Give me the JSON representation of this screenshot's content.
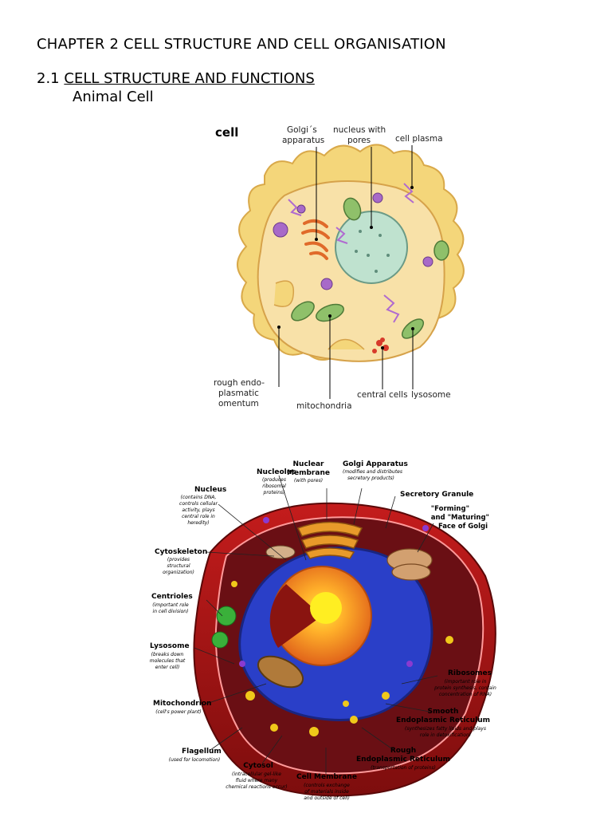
{
  "heading": {
    "chapter": "CHAPTER 2 CELL STRUCTURE AND CELL ORGANISATION",
    "section_number": "2.1",
    "section_title": "CELL STRUCTURE AND FUNCTIONS",
    "subsection": "Animal Cell"
  },
  "figure1": {
    "title": "cell",
    "labels": {
      "golgi_1": "Golgi´s",
      "golgi_2": "apparatus",
      "nucleus_1": "nucleus with",
      "nucleus_2": "pores",
      "plasma": "cell plasma",
      "rough_1": "rough endo-",
      "rough_2": "plasmatic",
      "rough_3": "omentum",
      "mito": "mitochondria",
      "central": "central cells",
      "lysosome": "lysosome"
    }
  },
  "figure2": {
    "nucleolus": {
      "name": "Nucleolus",
      "desc": [
        "(produces",
        "ribosomal",
        "proteins)"
      ]
    },
    "nuclear_membrane": {
      "name": [
        "Nuclear",
        "Membrane"
      ],
      "desc": [
        "(with pores)"
      ]
    },
    "golgi": {
      "name": "Golgi Apparatus",
      "desc": [
        "(modifies and distributes",
        "secretory products)"
      ]
    },
    "nucleus": {
      "name": "Nucleus",
      "desc": [
        "(contains DNA,",
        "controls cellular",
        "activity, plays",
        "central role in",
        "heredity)"
      ]
    },
    "secretory": {
      "name": "Secretory Granule"
    },
    "forming": {
      "name": [
        "\"Forming\"",
        "and \"Maturing\"",
        "Face of Golgi"
      ]
    },
    "cytoskeleton": {
      "name": "Cytoskeleton",
      "desc": [
        "(provides",
        "structural",
        "organization)"
      ]
    },
    "centrioles": {
      "name": "Centrioles",
      "desc": [
        "(important role",
        "in cell division)"
      ]
    },
    "lysosome": {
      "name": "Lysosome",
      "desc": [
        "(breaks down",
        "molecules that",
        "enter cell)"
      ]
    },
    "ribosomes": {
      "name": "Ribosomes",
      "desc": [
        "(important role in",
        "protein synthesis, contain",
        "concentration of RNA)"
      ]
    },
    "mitochondrion": {
      "name": "Mitochondrion",
      "desc": [
        "(cell's power plant)"
      ]
    },
    "smooth_er": {
      "name": [
        "Smooth",
        "Endoplasmic Reticulum"
      ],
      "desc": [
        "(synthesizes fatty lipids and plays",
        "role in detoxification)"
      ]
    },
    "rough_er": {
      "name": [
        "Rough",
        "Endoplasmic Reticulum"
      ],
      "desc": [
        "(transportation of proteins)"
      ]
    },
    "flagellum": {
      "name": "Flagellum",
      "desc": [
        "(used for locomotion)"
      ]
    },
    "cytosol": {
      "name": "Cytosol",
      "desc": [
        "(intracellular gel-like",
        "fluid where many",
        "chemical reactions occur)"
      ]
    },
    "cell_membrane": {
      "name": "Cell Membrane",
      "desc": [
        "(controls exchange",
        "of materials inside",
        "and outside of cell)"
      ]
    }
  }
}
